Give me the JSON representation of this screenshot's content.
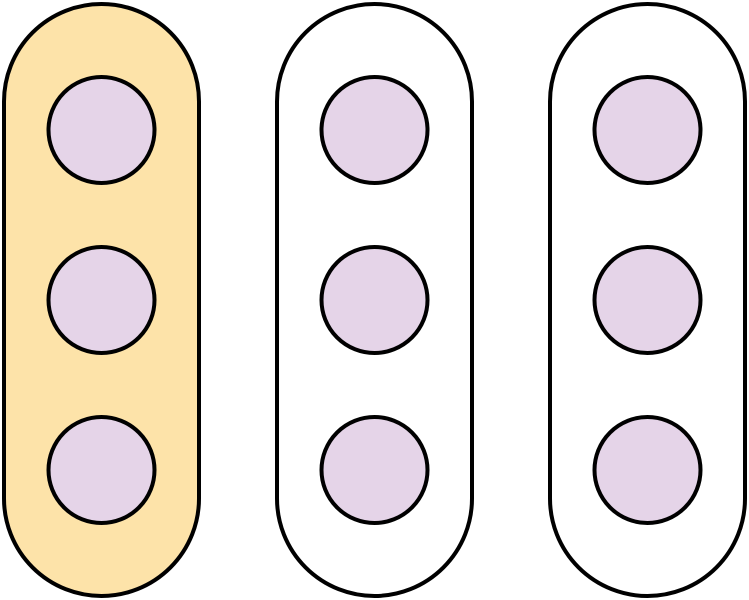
{
  "diagram": {
    "columns": [
      {
        "id": "column-1",
        "highlighted": true,
        "nodes": 3
      },
      {
        "id": "column-2",
        "highlighted": false,
        "nodes": 3
      },
      {
        "id": "column-3",
        "highlighted": false,
        "nodes": 3
      }
    ],
    "colors": {
      "stroke": "#000000",
      "highlight_fill": "#fde3a9",
      "plain_fill": "#ffffff",
      "node_fill": "#e5d4e8"
    }
  }
}
